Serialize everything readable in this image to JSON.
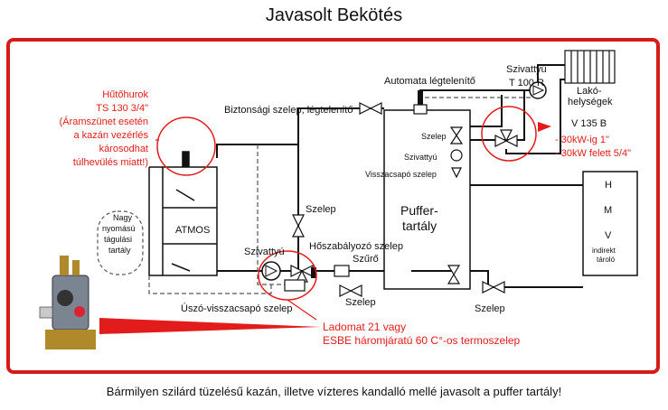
{
  "title": "Javasolt Bekötés",
  "caption": "Bármilyen szilárd tüzelésű kazán, illetve vízteres kandalló mellé javasolt a puffer tartály!",
  "colors": {
    "accent": "#e21b1b",
    "frame": "#d71a1a",
    "line": "#111111",
    "dash": "#555555"
  },
  "labels": {
    "automata": "Automata légtelenítő",
    "biztonsagi": "Biztonsági szelep, légtelenítő",
    "szivattyu_top": "Szivattyú",
    "t100r": "T 100 R",
    "lako1": "Lakó-",
    "lako2": "helységek",
    "v135b": "V 135 B",
    "szelep_p1": "Szelep",
    "szivattyu_p": "Szivattyú",
    "visszacsapo": "Visszacsapó szelep",
    "puffer1": "Puffer-",
    "puffer2": "tartály",
    "h": "H",
    "m": "M",
    "v": "V",
    "indirekt1": "indirekt",
    "indirekt2": "tároló",
    "atmos": "ATMOS",
    "szelep_mid": "Szelep",
    "hoszabalyozo": "Hőszabályozó szelep",
    "szivattyu_left": "Szivattyú",
    "szuro": "Szűrő",
    "szelep_bottom_mid": "Szelep",
    "szelep_bottom_right": "Szelep",
    "uszo": "Úszó-visszacsapó szelep",
    "nagy1": "Nagy",
    "nagy2": "nyomású",
    "nagy3": "tágulási",
    "nagy4": "tartály"
  },
  "red_notes": {
    "hutohurok": [
      "Hűtőhurok",
      "TS 130 3/4\"",
      "(Áramszünet esetén",
      "a kazán vezérlés",
      "károsodhat",
      "túlhevülés miatt!)"
    ],
    "kw1": "- 30kW-ig 1\"",
    "kw2": "- 30kW felett 5/4\"",
    "ladomat1": "Ladomat 21 vagy",
    "ladomat2": "ESBE háromjáratú 60 C°-os termoszelep"
  }
}
